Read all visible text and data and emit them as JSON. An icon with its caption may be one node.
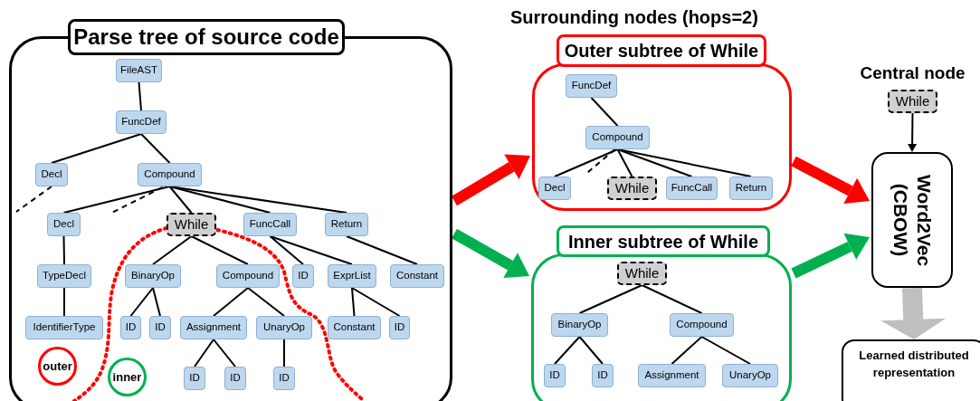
{
  "diagram": {
    "nodes": [
      {
        "text": [
          "Parse tree of source code"
        ]
      },
      {
        "text": [
          "FileAST"
        ],
        "in": 0
      },
      {
        "text": [
          "FuncDef"
        ],
        "in": 0
      },
      {
        "text": [
          "Decl"
        ],
        "in": 0
      },
      {
        "text": [
          "Compound"
        ],
        "in": 0
      },
      {
        "text": [
          "Decl"
        ],
        "in": 0
      },
      {
        "text": [
          "While"
        ],
        "in": 0
      },
      {
        "text": [
          "FuncCall"
        ],
        "in": 0
      },
      {
        "text": [
          "Return"
        ],
        "in": 0
      },
      {
        "text": [
          "TypeDecl"
        ],
        "in": 0
      },
      {
        "text": [
          "BinaryOp"
        ],
        "in": 0
      },
      {
        "text": [
          "Compound"
        ],
        "in": 0
      },
      {
        "text": [
          "ID"
        ],
        "in": 0
      },
      {
        "text": [
          "ExprList"
        ],
        "in": 0
      },
      {
        "text": [
          "Constant"
        ],
        "in": 0
      },
      {
        "text": [
          "IdentifierType"
        ],
        "in": 0
      },
      {
        "text": [
          "ID"
        ],
        "in": 0
      },
      {
        "text": [
          "ID"
        ],
        "in": 0
      },
      {
        "text": [
          "Assignment"
        ],
        "in": 0
      },
      {
        "text": [
          "UnaryOp"
        ],
        "in": 0
      },
      {
        "text": [
          "Constant"
        ],
        "in": 0
      },
      {
        "text": [
          "ID"
        ],
        "in": 0
      },
      {
        "text": [
          "ID"
        ],
        "in": 0
      },
      {
        "text": [
          "ID"
        ],
        "in": 0
      },
      {
        "text": [
          "ID"
        ],
        "in": 0
      },
      {
        "text": [
          "outer"
        ],
        "in": 0
      },
      {
        "text": [
          "inner"
        ],
        "in": 0
      },
      {
        "text": [
          "Outer subtree of While"
        ]
      },
      {
        "text": [
          "FuncDef"
        ],
        "in": 27
      },
      {
        "text": [
          "Compound"
        ],
        "in": 27
      },
      {
        "text": [
          "Decl"
        ],
        "in": 27
      },
      {
        "text": [
          "While"
        ],
        "in": 27
      },
      {
        "text": [
          "FuncCall"
        ],
        "in": 27
      },
      {
        "text": [
          "Return"
        ],
        "in": 27
      },
      {
        "text": [
          "Inner subtree of While"
        ]
      },
      {
        "text": [
          "While"
        ],
        "in": 34
      },
      {
        "text": [
          "BinaryOp"
        ],
        "in": 34
      },
      {
        "text": [
          "Compound"
        ],
        "in": 34
      },
      {
        "text": [
          "ID"
        ],
        "in": 34
      },
      {
        "text": [
          "ID"
        ],
        "in": 34
      },
      {
        "text": [
          "Assignment"
        ],
        "in": 34
      },
      {
        "text": [
          "UnaryOp"
        ],
        "in": 34
      },
      {
        "text": [
          "While"
        ],
        "beside": [
          "Central node"
        ]
      },
      {
        "text": [
          "Word2Vec (CBOW)"
        ]
      },
      {
        "text": [
          "Learned distributed representation"
        ]
      }
    ],
    "edges": [
      {
        "from": 1,
        "to": 2,
        "arrow": "none"
      },
      {
        "from": 2,
        "to": 3,
        "arrow": "none"
      },
      {
        "from": 2,
        "to": 4,
        "arrow": "none"
      },
      {
        "from": 4,
        "to": 5,
        "arrow": "none"
      },
      {
        "from": 4,
        "to": 6,
        "arrow": "none"
      },
      {
        "from": 4,
        "to": 7,
        "arrow": "none"
      },
      {
        "from": 4,
        "to": 8,
        "arrow": "none"
      },
      {
        "from": 5,
        "to": 9,
        "arrow": "none"
      },
      {
        "from": 9,
        "to": 15,
        "arrow": "none"
      },
      {
        "from": 6,
        "to": 10,
        "arrow": "none"
      },
      {
        "from": 6,
        "to": 11,
        "arrow": "none"
      },
      {
        "from": 7,
        "to": 12,
        "arrow": "none"
      },
      {
        "from": 7,
        "to": 13,
        "arrow": "none"
      },
      {
        "from": 8,
        "to": 14,
        "arrow": "none"
      },
      {
        "from": 10,
        "to": 16,
        "arrow": "none"
      },
      {
        "from": 10,
        "to": 17,
        "arrow": "none"
      },
      {
        "from": 11,
        "to": 18,
        "arrow": "none"
      },
      {
        "from": 11,
        "to": 19,
        "arrow": "none"
      },
      {
        "from": 13,
        "to": 20,
        "arrow": "none"
      },
      {
        "from": 13,
        "to": 21,
        "arrow": "none"
      },
      {
        "from": 18,
        "to": 22,
        "arrow": "none"
      },
      {
        "from": 18,
        "to": 23,
        "arrow": "none"
      },
      {
        "from": 19,
        "to": 24,
        "arrow": "none"
      },
      {
        "from": 3,
        "to": null,
        "arrow": "none",
        "style": "dashed"
      },
      {
        "from": 4,
        "to": null,
        "arrow": "none",
        "style": "dashed"
      },
      {
        "from": 28,
        "to": 29,
        "arrow": "none"
      },
      {
        "from": 29,
        "to": 30,
        "arrow": "none"
      },
      {
        "from": 29,
        "to": 31,
        "arrow": "none"
      },
      {
        "from": 29,
        "to": 32,
        "arrow": "none"
      },
      {
        "from": 29,
        "to": 33,
        "arrow": "none"
      },
      {
        "from": 29,
        "to": null,
        "arrow": "none",
        "style": "dashed"
      },
      {
        "from": 35,
        "to": 36,
        "arrow": "none"
      },
      {
        "from": 35,
        "to": 37,
        "arrow": "none"
      },
      {
        "from": 36,
        "to": 38,
        "arrow": "none"
      },
      {
        "from": 36,
        "to": 39,
        "arrow": "none"
      },
      {
        "from": 37,
        "to": 40,
        "arrow": "none"
      },
      {
        "from": 37,
        "to": 41,
        "arrow": "none"
      },
      {
        "from": 0,
        "to": 27,
        "arrow": "to",
        "style": "thick",
        "color": "#ff0000"
      },
      {
        "from": 0,
        "to": 34,
        "arrow": "to",
        "style": "thick",
        "color": "#00b050"
      },
      {
        "from": 27,
        "to": 43,
        "arrow": "to",
        "style": "thick",
        "color": "#ff0000"
      },
      {
        "from": 34,
        "to": 43,
        "arrow": "to",
        "style": "thick",
        "color": "#00b050"
      },
      {
        "from": 42,
        "to": 43,
        "arrow": "to"
      },
      {
        "from": 43,
        "to": 44,
        "arrow": "to",
        "style": "thick",
        "color": "#bfbfbf"
      }
    ],
    "labels": [
      "Surrounding nodes (hops=2)"
    ]
  }
}
